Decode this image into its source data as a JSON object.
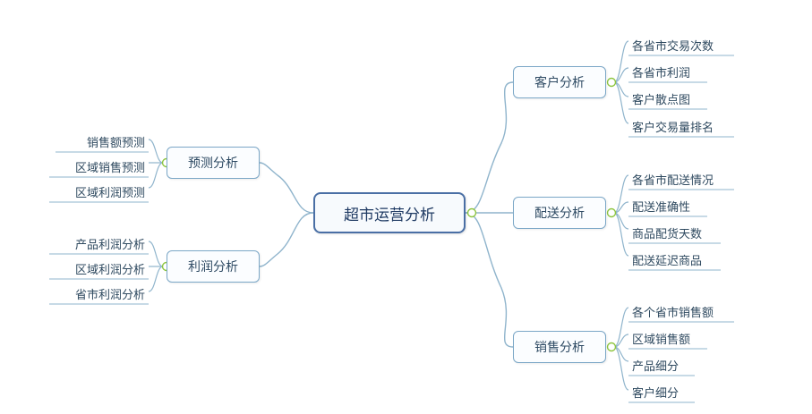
{
  "diagram": {
    "type": "mindmap",
    "title": "超市运营分析",
    "colors": {
      "root_border": "#4a6fa5",
      "branch_border": "#7ba7c7",
      "link": "#8fb4cc",
      "leaf_underline": "#8fb4cc",
      "connector_dot": "#8ec640"
    },
    "root": {
      "label": "超市运营分析"
    },
    "branches": [
      {
        "label": "预测分析",
        "side": "left",
        "leaves": [
          {
            "label": "销售额预测"
          },
          {
            "label": "区域销售预测"
          },
          {
            "label": "区域利润预测"
          }
        ]
      },
      {
        "label": "利润分析",
        "side": "left",
        "leaves": [
          {
            "label": "产品利润分析"
          },
          {
            "label": "区域利润分析"
          },
          {
            "label": "省市利润分析"
          }
        ]
      },
      {
        "label": "客户分析",
        "side": "right",
        "leaves": [
          {
            "label": "各省市交易次数"
          },
          {
            "label": "各省市利润"
          },
          {
            "label": "客户散点图"
          },
          {
            "label": "客户交易量排名"
          }
        ]
      },
      {
        "label": "配送分析",
        "side": "right",
        "leaves": [
          {
            "label": "各省市配送情况"
          },
          {
            "label": "配送准确性"
          },
          {
            "label": "商品配货天数"
          },
          {
            "label": "配送延迟商品"
          }
        ]
      },
      {
        "label": "销售分析",
        "side": "right",
        "leaves": [
          {
            "label": "各个省市销售额"
          },
          {
            "label": "区域销售额"
          },
          {
            "label": "产品细分"
          },
          {
            "label": "客户细分"
          }
        ]
      }
    ]
  }
}
